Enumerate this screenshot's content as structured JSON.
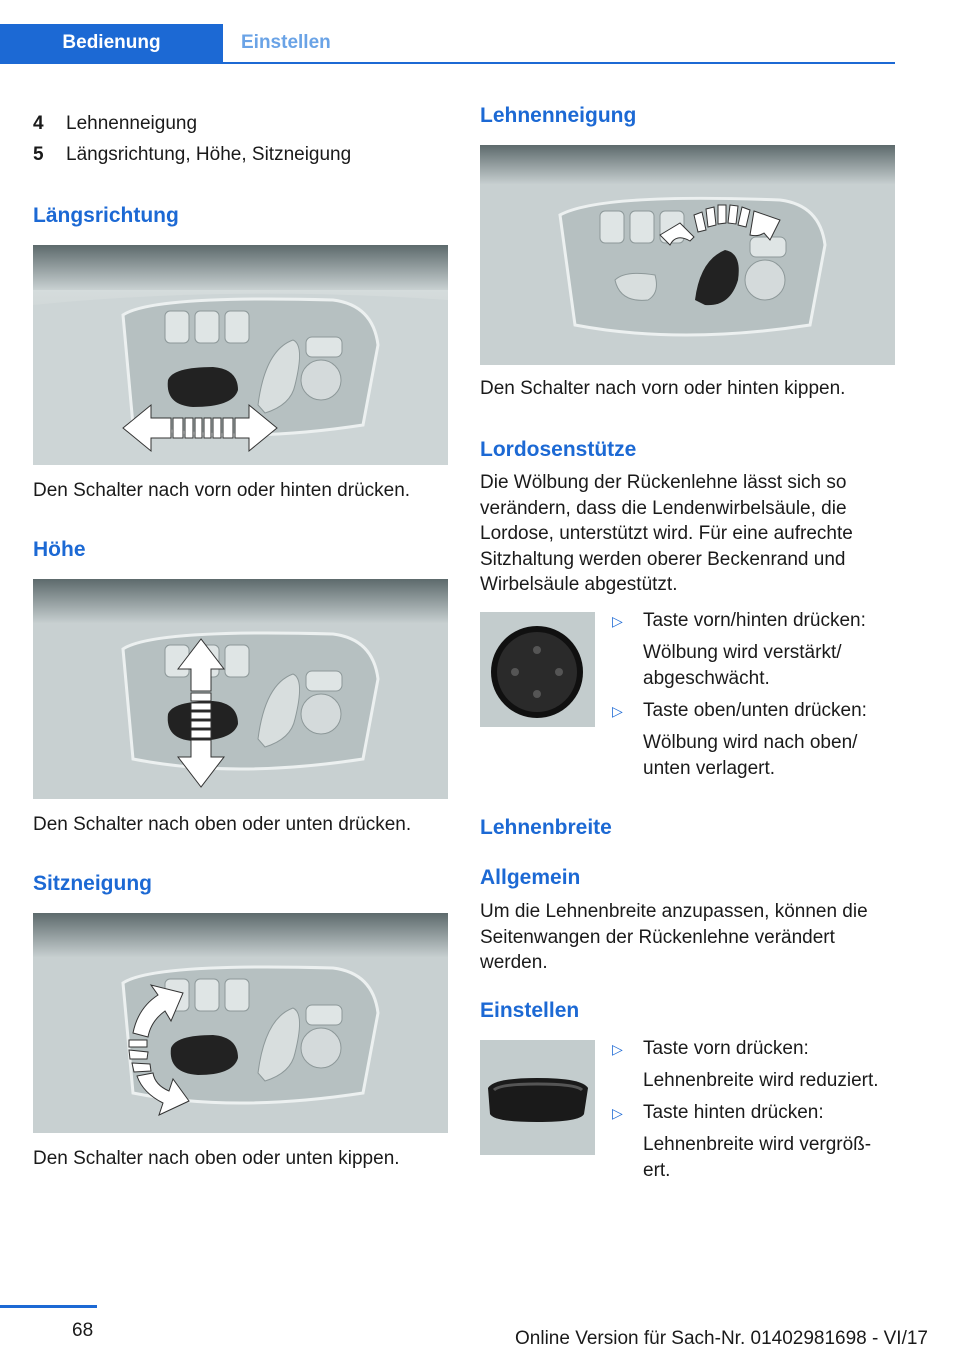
{
  "header": {
    "tab_active": "Bedienung",
    "tab_inactive": "Einstellen",
    "accent": "#1c69d4"
  },
  "left": {
    "items": [
      {
        "num": "4",
        "label": "Lehnenneigung"
      },
      {
        "num": "5",
        "label": "Längsrichtung, Höhe, Sitzneigung"
      }
    ],
    "sections": [
      {
        "heading": "Längsrichtung",
        "caption": "Den Schalter nach vorn oder hinten drücken."
      },
      {
        "heading": "Höhe",
        "caption": "Den Schalter nach oben oder unten drücken."
      },
      {
        "heading": "Sitzneigung",
        "caption": "Den Schalter nach oben oder unten kippen."
      }
    ]
  },
  "right": {
    "lehnenneigung": {
      "heading": "Lehnenneigung",
      "caption": "Den Schalter nach vorn oder hinten kippen."
    },
    "lordose": {
      "heading": "Lordosenstütze",
      "para": [
        "Die Wölbung der Rückenlehne lässt sich so",
        "verändern, dass die Lendenwirbelsäule, die",
        "Lordose, unterstützt wird. Für eine aufrechte",
        "Sitzhaltung werden oberer Beckenrand und",
        "Wirbelsäule abgestützt."
      ],
      "bullets": [
        {
          "text": "Taste vorn/hinten drücken:",
          "sub": [
            "Wölbung wird verstärkt/",
            "abgeschwächt."
          ]
        },
        {
          "text": "Taste oben/unten drücken:",
          "sub": [
            "Wölbung wird nach oben/",
            "unten verlagert."
          ]
        }
      ]
    },
    "lehnenbreite": {
      "heading": "Lehnenbreite",
      "allgemein_heading": "Allgemein",
      "allgemein_para": [
        "Um die Lehnenbreite anzupassen, können die",
        "Seitenwangen der Rückenlehne verändert",
        "werden."
      ],
      "einstellen_heading": "Einstellen",
      "bullets": [
        {
          "text": "Taste vorn drücken:",
          "sub": [
            "Lehnenbreite wird reduziert."
          ]
        },
        {
          "text": "Taste hinten drücken:",
          "sub": [
            "Lehnenbreite wird vergröß‐",
            "ert."
          ]
        }
      ]
    }
  },
  "footer": {
    "page_number": "68",
    "online_version": "Online Version für Sach-Nr. 01402981698 - VI/17"
  },
  "icons": {
    "bullet": "triangle-right-outline"
  }
}
